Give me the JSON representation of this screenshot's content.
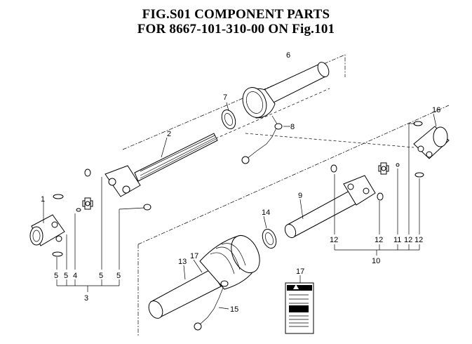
{
  "title_line1": "FIG.S01  COMPONENT PARTS",
  "title_line2": "FOR 8667-101-310-00 ON Fig.101",
  "callouts": {
    "c1": "1",
    "c2": "2",
    "c3": "3",
    "c4": "4",
    "c5a": "5",
    "c5b": "5",
    "c5c": "5",
    "c5d": "5",
    "c6": "6",
    "c7": "7",
    "c8": "8",
    "c9": "9",
    "c10": "10",
    "c11": "11",
    "c12a": "12",
    "c12b": "12",
    "c12c": "12",
    "c12d": "12",
    "c13": "13",
    "c14": "14",
    "c15": "15",
    "c16": "16",
    "c17a": "17",
    "c17b": "17"
  }
}
